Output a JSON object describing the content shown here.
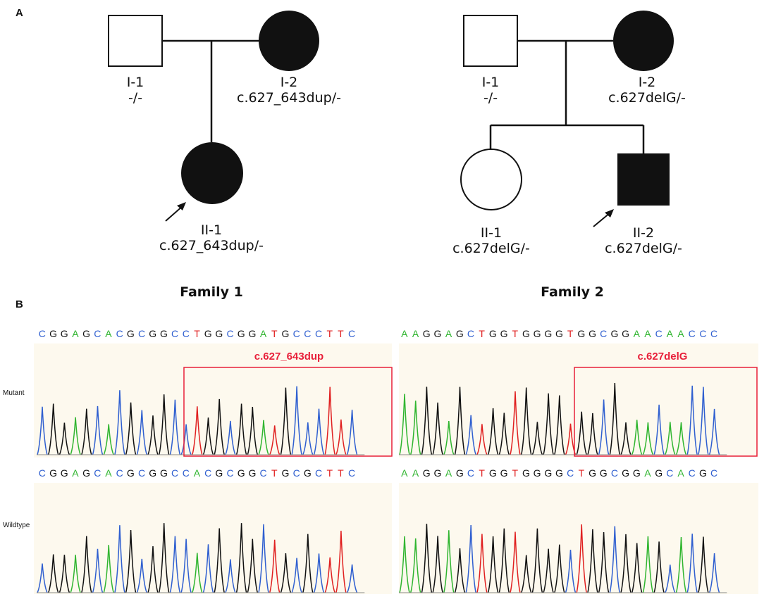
{
  "panel_a_label": "A",
  "panel_b_label": "B",
  "family1": {
    "title": "Family 1",
    "father": {
      "id": "I-1",
      "genotype": "-/-",
      "affected": false,
      "sex": "male"
    },
    "mother": {
      "id": "I-2",
      "genotype": "c.627_643dup/-",
      "affected": true,
      "sex": "female"
    },
    "proband": {
      "id": "II-1",
      "genotype": "c.627_643dup/-",
      "affected": true,
      "sex": "female"
    }
  },
  "family2": {
    "title": "Family 2",
    "father": {
      "id": "I-1",
      "genotype": "-/-",
      "affected": false,
      "sex": "male"
    },
    "mother": {
      "id": "I-2",
      "genotype": "c.627delG/-",
      "affected": true,
      "sex": "female"
    },
    "sibling": {
      "id": "II-1",
      "genotype": "c.627delG/-",
      "affected": false,
      "sex": "female"
    },
    "proband": {
      "id": "II-2",
      "genotype": "c.627delG/-",
      "affected": true,
      "sex": "male"
    }
  },
  "chromatograms": {
    "row_labels": {
      "mutant": "Mutant",
      "wildtype": "Wildtype"
    },
    "family1_mutant": {
      "sequence": "CGGAGCACGCGGCCTGGCGGATGCCCTTC",
      "mutation_label": "c.627_643dup"
    },
    "family1_wildtype": {
      "sequence": "CGGAGCACGCGGCCACGCGGCTGCGCTTC"
    },
    "family2_mutant": {
      "sequence": "AAGGAGCTGGTGGGGTGGCGGAACAACCC",
      "mutation_label": "c.627delG"
    },
    "family2_wildtype": {
      "sequence": "AAGGAGCTGGTGGGGCTGGCGGAGCACGC"
    }
  },
  "colors": {
    "A": "#2fb52f",
    "C": "#2f5fd0",
    "G": "#111111",
    "T": "#e02020",
    "highlight": "#e8203a",
    "trace_bg": "#fdf9ee"
  }
}
